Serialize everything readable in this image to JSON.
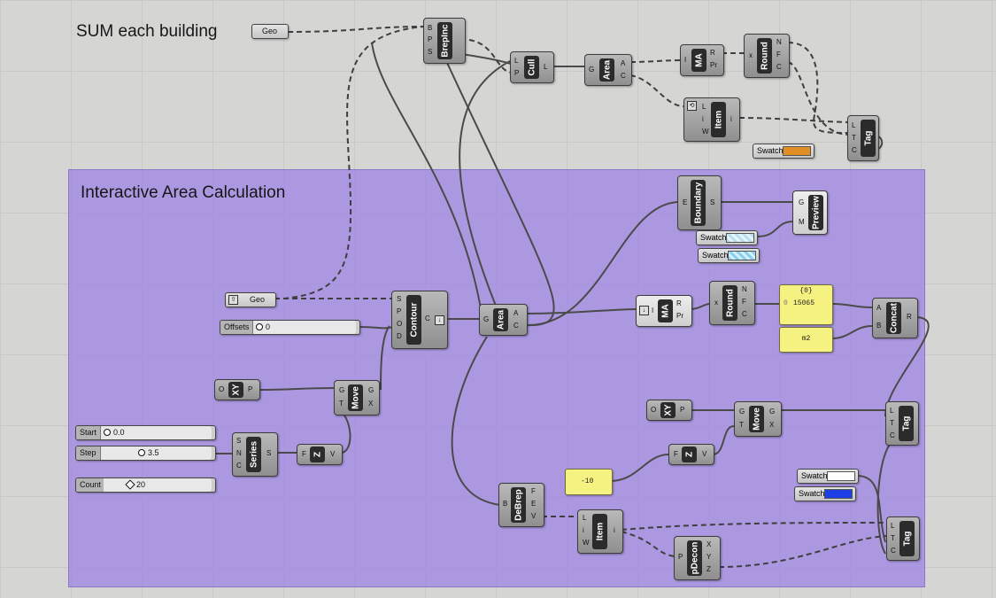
{
  "canvas_titles": {
    "top": "SUM each building",
    "group": "Interactive Area Calculation"
  },
  "colors": {
    "group_fill": "#a087e6",
    "swatch_orange": "#e08f24",
    "swatch_white": "#ffffff",
    "swatch_blue": "#1c3fe6",
    "swatch_hatch": "#b9dff2",
    "panel_yellow": "#f6f282"
  },
  "components": {
    "geo_top": {
      "label": "Geo"
    },
    "brepinc": {
      "name": "BrepInc",
      "in": [
        "B",
        "P",
        "S"
      ],
      "out": []
    },
    "cull": {
      "name": "Cull",
      "in": [
        "L",
        "P"
      ],
      "out": [
        "L"
      ]
    },
    "area_top": {
      "name": "Area",
      "in": [
        "G"
      ],
      "out": [
        "A",
        "C"
      ]
    },
    "ma_top": {
      "name": "MA",
      "in": [
        "I"
      ],
      "out": [
        "R",
        "Pr"
      ]
    },
    "round_top": {
      "name": "Round",
      "in": [
        "x"
      ],
      "out": [
        "N",
        "F",
        "C"
      ]
    },
    "item_top": {
      "name": "Item",
      "in": [
        "L",
        "i",
        "W"
      ],
      "out": [
        "i"
      ]
    },
    "tag_top": {
      "name": "Tag",
      "in": [
        "L",
        "T",
        "C"
      ],
      "out": []
    },
    "swatch_top": {
      "label": "Swatch"
    },
    "boundary": {
      "name": "Boundary",
      "in": [
        "E"
      ],
      "out": [
        "S"
      ]
    },
    "preview": {
      "name": "Preview",
      "in": [
        "G",
        "M"
      ],
      "out": []
    },
    "swatch_b1": {
      "label": "Swatch"
    },
    "swatch_b2": {
      "label": "Swatch"
    },
    "geo_mid": {
      "label": "Geo"
    },
    "offsets": {
      "label": "Offsets",
      "value": "0"
    },
    "contour": {
      "name": "Contour",
      "in": [
        "S",
        "P",
        "O",
        "D"
      ],
      "out": [
        "C"
      ]
    },
    "area_mid": {
      "name": "Area",
      "in": [
        "G"
      ],
      "out": [
        "A",
        "C"
      ]
    },
    "ma_mid": {
      "name": "MA",
      "in": [
        "I"
      ],
      "out": [
        "R",
        "Pr"
      ]
    },
    "round_mid": {
      "name": "Round",
      "in": [
        "x"
      ],
      "out": [
        "N",
        "F",
        "C"
      ]
    },
    "panel_value": {
      "path": "{0}",
      "index": "0",
      "value": "15065"
    },
    "panel_unit": {
      "value": "m2"
    },
    "concat": {
      "name": "Concat",
      "in": [
        "A",
        "B"
      ],
      "out": [
        "R"
      ]
    },
    "xy_a": {
      "name": "XY",
      "in": [
        "O"
      ],
      "out": [
        "P"
      ]
    },
    "move_a": {
      "name": "Move",
      "in": [
        "G",
        "T"
      ],
      "out": [
        "G",
        "X"
      ]
    },
    "series": {
      "name": "Series",
      "in": [
        "S",
        "N",
        "C"
      ],
      "out": [
        "S"
      ]
    },
    "z_a": {
      "name": "Z",
      "in": [
        "F"
      ],
      "out": [
        "V"
      ]
    },
    "start": {
      "label": "Start",
      "value": "0.0"
    },
    "step": {
      "label": "Step",
      "value": "3.5"
    },
    "count": {
      "label": "Count",
      "value": "20"
    },
    "xy_b": {
      "name": "XY",
      "in": [
        "O"
      ],
      "out": [
        "P"
      ]
    },
    "move_b": {
      "name": "Move",
      "in": [
        "G",
        "T"
      ],
      "out": [
        "G",
        "X"
      ]
    },
    "tag_mid": {
      "name": "Tag",
      "in": [
        "L",
        "T",
        "C"
      ],
      "out": []
    },
    "z_b": {
      "name": "Z",
      "in": [
        "F"
      ],
      "out": [
        "V"
      ]
    },
    "panel_neg": {
      "value": "-10"
    },
    "swatch_w": {
      "label": "Swatch"
    },
    "swatch_bl": {
      "label": "Swatch"
    },
    "debrep": {
      "name": "DeBrep",
      "in": [
        "B"
      ],
      "out": [
        "F",
        "E",
        "V"
      ]
    },
    "item_bot": {
      "name": "Item",
      "in": [
        "L",
        "i",
        "W"
      ],
      "out": [
        "i"
      ]
    },
    "pdecon": {
      "name": "pDecon",
      "in": [
        "P"
      ],
      "out": [
        "X",
        "Y",
        "Z"
      ]
    },
    "tag_bot": {
      "name": "Tag",
      "in": [
        "L",
        "T",
        "C"
      ],
      "out": []
    }
  }
}
